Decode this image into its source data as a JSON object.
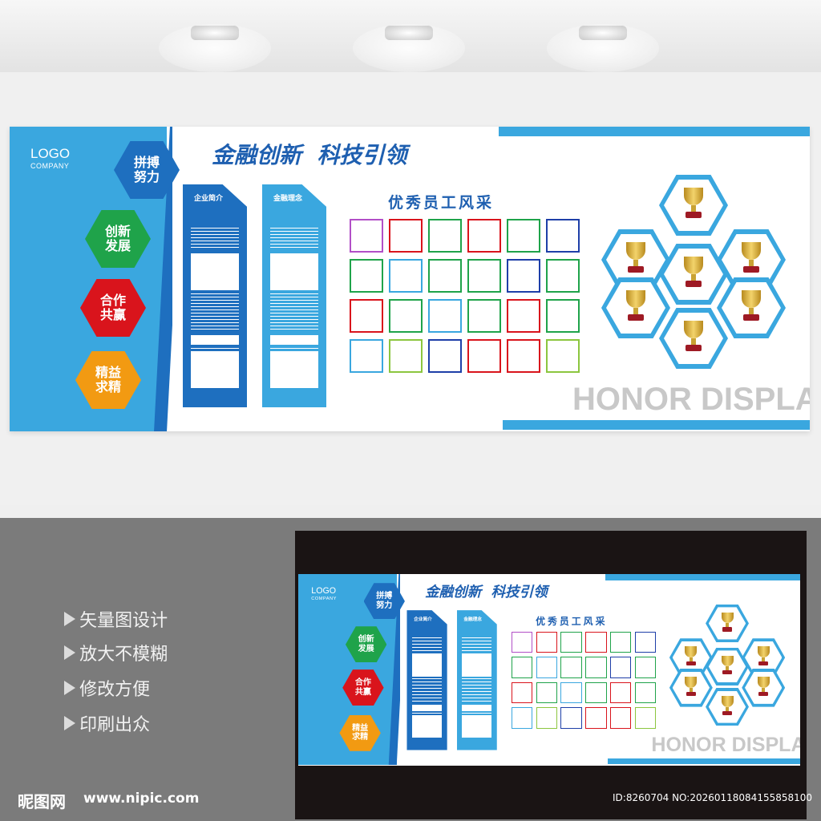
{
  "board": {
    "logo": "LOGO",
    "company": "COMPANY",
    "headline": "金融创新  科技引领",
    "values": [
      {
        "label": "拼搏\n努力",
        "color": "#1e6fbf"
      },
      {
        "label": "创新\n发展",
        "color": "#1fa34a"
      },
      {
        "label": "合作\n共赢",
        "color": "#d9141c"
      },
      {
        "label": "精益\n求精",
        "color": "#f29a12"
      }
    ],
    "panel_left_title": "企业简介",
    "panel_right_title": "金融理念",
    "staff_title": "优秀员工风采",
    "honor": "HONOR DISPLAY",
    "photo_colors": [
      [
        "#b24fc7",
        "#d9141c",
        "#1fa34a",
        "#d9141c",
        "#1fa34a",
        "#1e3fa8"
      ],
      [
        "#1fa34a",
        "#3aa7df",
        "#1fa34a",
        "#1fa34a",
        "#1e3fa8",
        "#1fa34a"
      ],
      [
        "#d9141c",
        "#1fa34a",
        "#3aa7df",
        "#1fa34a",
        "#d9141c",
        "#1fa34a"
      ],
      [
        "#3aa7df",
        "#8cc63f",
        "#1e3fa8",
        "#d9141c",
        "#d9141c",
        "#8cc63f"
      ]
    ],
    "accent": "#3aa7df"
  },
  "features": [
    "矢量图设计",
    "放大不模糊",
    "修改方便",
    "印刷出众"
  ],
  "watermark": {
    "brand": "昵图网",
    "url": "www.nipic.com",
    "id": "ID:8260704 NO:20260118084155858100"
  }
}
